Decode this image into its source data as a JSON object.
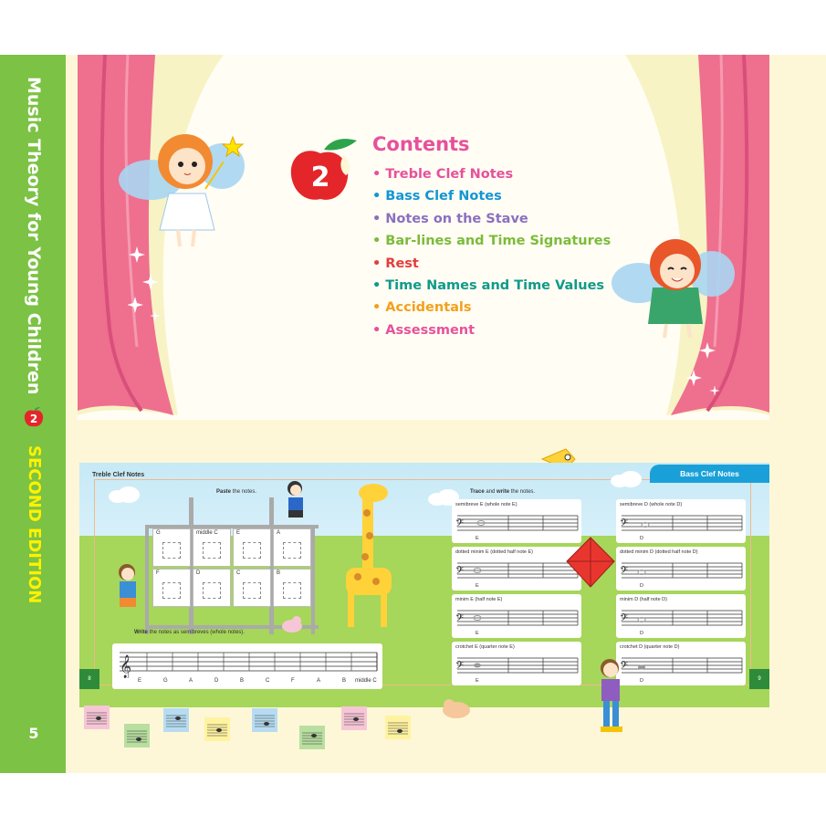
{
  "spine": {
    "title": "Music Theory for Young Children",
    "edition": "SECOND EDITION",
    "logo_number": "2",
    "page_number": "5"
  },
  "cover": {
    "badge_number": "2",
    "contents_title": "Contents",
    "contents": [
      {
        "label": "Treble Clef Notes",
        "color": "#e7519b"
      },
      {
        "label": "Bass Clef Notes",
        "color": "#1296d6"
      },
      {
        "label": "Notes on the Stave",
        "color": "#8b6fc0"
      },
      {
        "label": "Bar-lines and Time Signatures",
        "color": "#7cbb3a"
      },
      {
        "label": "Rest",
        "color": "#e43d3d"
      },
      {
        "label": "Time Names and Time Values",
        "color": "#0f9a8a"
      },
      {
        "label": "Accidentals",
        "color": "#f2a11d"
      },
      {
        "label": "Assessment",
        "color": "#e7519b"
      }
    ]
  },
  "spread": {
    "left": {
      "section": "Treble Clef Notes",
      "paste_bold": "Paste",
      "paste_rest": "the notes.",
      "boxes": [
        "G",
        "middle C",
        "E",
        "A",
        "F",
        "D",
        "C",
        "B"
      ],
      "write_bold": "Write",
      "write_rest": "the notes as semibreves (whole notes).",
      "staff_labels": [
        "E",
        "G",
        "A",
        "D",
        "B",
        "C",
        "F",
        "A",
        "B",
        "middle C"
      ],
      "page_number": "8"
    },
    "right": {
      "section": "Bass Clef Notes",
      "trace_bold": "Trace",
      "trace_mid": "and",
      "write_bold": "write",
      "trace_rest": "the notes.",
      "cards": [
        {
          "label": "semibreve E (whole note E)",
          "note": "E"
        },
        {
          "label": "semibreve D (whole note D)",
          "note": "D"
        },
        {
          "label": "dotted minim E (dotted half note E)",
          "note": "E"
        },
        {
          "label": "dotted minim D (dotted half note D)",
          "note": "D"
        },
        {
          "label": "minim E (half note E)",
          "note": "E"
        },
        {
          "label": "minim D (half note D)",
          "note": "D"
        },
        {
          "label": "crotchet E (quarter note E)",
          "note": "E"
        },
        {
          "label": "crotchet D (quarter note D)",
          "note": "D"
        }
      ],
      "page_number": "9"
    }
  },
  "colors": {
    "spine_green": "#7cc244",
    "edition_yellow": "#fff200",
    "curtain_pink": "#ee6b8c",
    "background_cream": "#fdf7d8",
    "bass_tab_blue": "#1aa0d8"
  }
}
